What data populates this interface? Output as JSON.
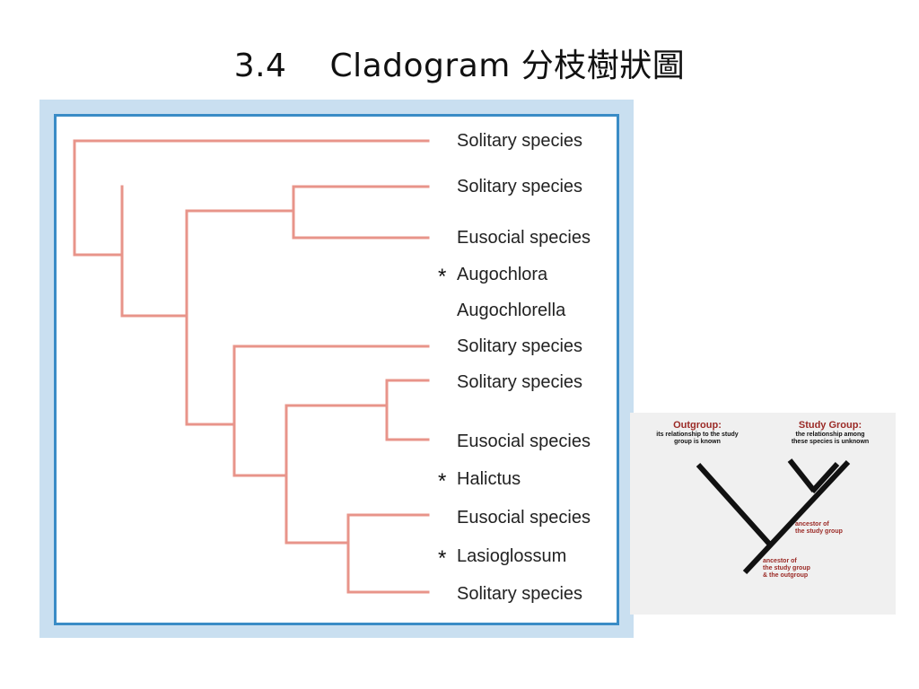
{
  "slide": {
    "section_number": "3.4",
    "title": "Cladogram 分枝樹狀圖"
  },
  "cladogram": {
    "line_color": "#e8948a",
    "leaves": [
      {
        "label": "Solitary species",
        "starred": false
      },
      {
        "label": "Solitary species",
        "starred": false
      },
      {
        "label": "Eusocial species",
        "starred": false
      },
      {
        "label": "Augochlora",
        "starred": true
      },
      {
        "label": "Augochlorella",
        "starred": false
      },
      {
        "label": "Solitary species",
        "starred": false
      },
      {
        "label": "Solitary species",
        "starred": false
      },
      {
        "label": "Eusocial species",
        "starred": false
      },
      {
        "label": "Halictus",
        "starred": true
      },
      {
        "label": "Eusocial species",
        "starred": false
      },
      {
        "label": "Lasioglossum",
        "starred": true
      },
      {
        "label": "Solitary species",
        "starred": false
      }
    ],
    "star_symbol": "*"
  },
  "legend": {
    "outgroup_title": "Outgroup:",
    "outgroup_desc_line1": "its relationship to the study",
    "outgroup_desc_line2": "group is known",
    "studygroup_title": "Study Group:",
    "studygroup_desc_line1": "the relationship among",
    "studygroup_desc_line2": "these species is unknown",
    "ancestor_study_line1": "ancestor of",
    "ancestor_study_line2": "the study group",
    "ancestor_all_line1": "ancestor of",
    "ancestor_all_line2": "the study group",
    "ancestor_all_line3": "& the outgroup",
    "accent_color": "#9b2a26"
  }
}
